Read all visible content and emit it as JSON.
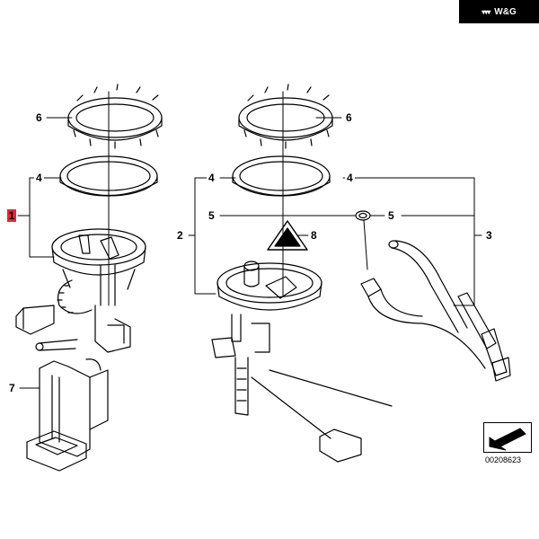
{
  "watermark": {
    "icon": "wg-logo-icon",
    "text": "W&G"
  },
  "callouts": {
    "c1": "1",
    "c6_left": "6",
    "c4_left": "4",
    "c7": "7",
    "c4_mid": "4",
    "c5_mid": "5",
    "c2": "2",
    "c6_right": "6",
    "c8": "8",
    "c4_right": "4",
    "c5_right": "5",
    "c3": "3"
  },
  "reference_number": "00208623",
  "warning_label": "!",
  "colors": {
    "highlight": "#e0283a",
    "line": "#000000",
    "badge": "#000000"
  }
}
